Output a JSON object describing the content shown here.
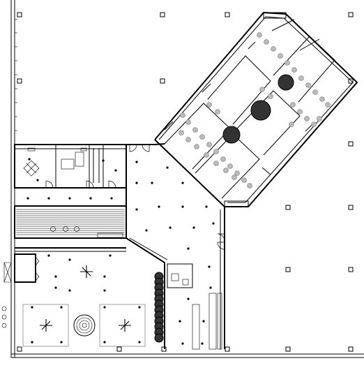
{
  "drawing": {
    "title": "",
    "kind": "architectural floor plan",
    "line_color": "#000000",
    "background_color": "#ffffff",
    "planting_color": "#bbbbbb"
  },
  "legend": [
    {
      "name": "structural-column",
      "icon": "square-outline-icon"
    },
    {
      "name": "ceiling-light",
      "icon": "dot-icon"
    },
    {
      "name": "ceiling-fan",
      "icon": "fan-icon"
    },
    {
      "name": "tree",
      "icon": "tree-icon"
    },
    {
      "name": "shrub",
      "icon": "shrub-icon"
    },
    {
      "name": "door-swing",
      "icon": "door-arc-icon"
    },
    {
      "name": "fountain",
      "icon": "fountain-icon"
    }
  ]
}
